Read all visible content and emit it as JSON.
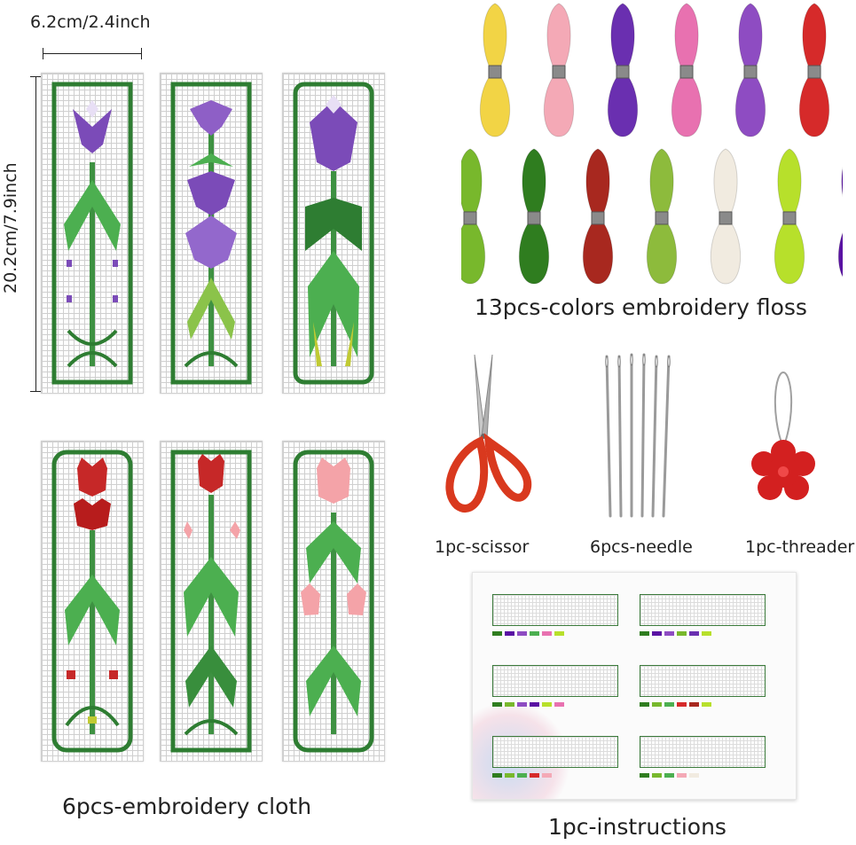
{
  "dimensions": {
    "width_label": "6.2cm/2.4inch",
    "height_label": "20.2cm/7.9inch"
  },
  "captions": {
    "cloth": "6pcs-embroidery cloth",
    "floss": "13pcs-colors embroidery floss",
    "scissor": "1pc-scissor",
    "needle": "6pcs-needle",
    "threader": "1pc-threader",
    "instructions": "1pc-instructions"
  },
  "floss_colors": {
    "row1": [
      "#f2d445",
      "#f4a9b6",
      "#6a2fb0",
      "#e871b0",
      "#8e4cc2",
      "#d62a2a"
    ],
    "row2": [
      "#78b82c",
      "#2f7d1f",
      "#a8281f",
      "#8dbb3c",
      "#f1ebe0",
      "#b7e02b",
      "#5a12a3"
    ]
  },
  "colors": {
    "frame_green": "#2e7d32",
    "leaf_green": "#4caf50",
    "iris_purple": "#7b4bb8",
    "tulip_red": "#c62828",
    "tulip_pink": "#f4a3a8",
    "scissor_red": "#d9391e",
    "threader_red": "#d32020"
  }
}
